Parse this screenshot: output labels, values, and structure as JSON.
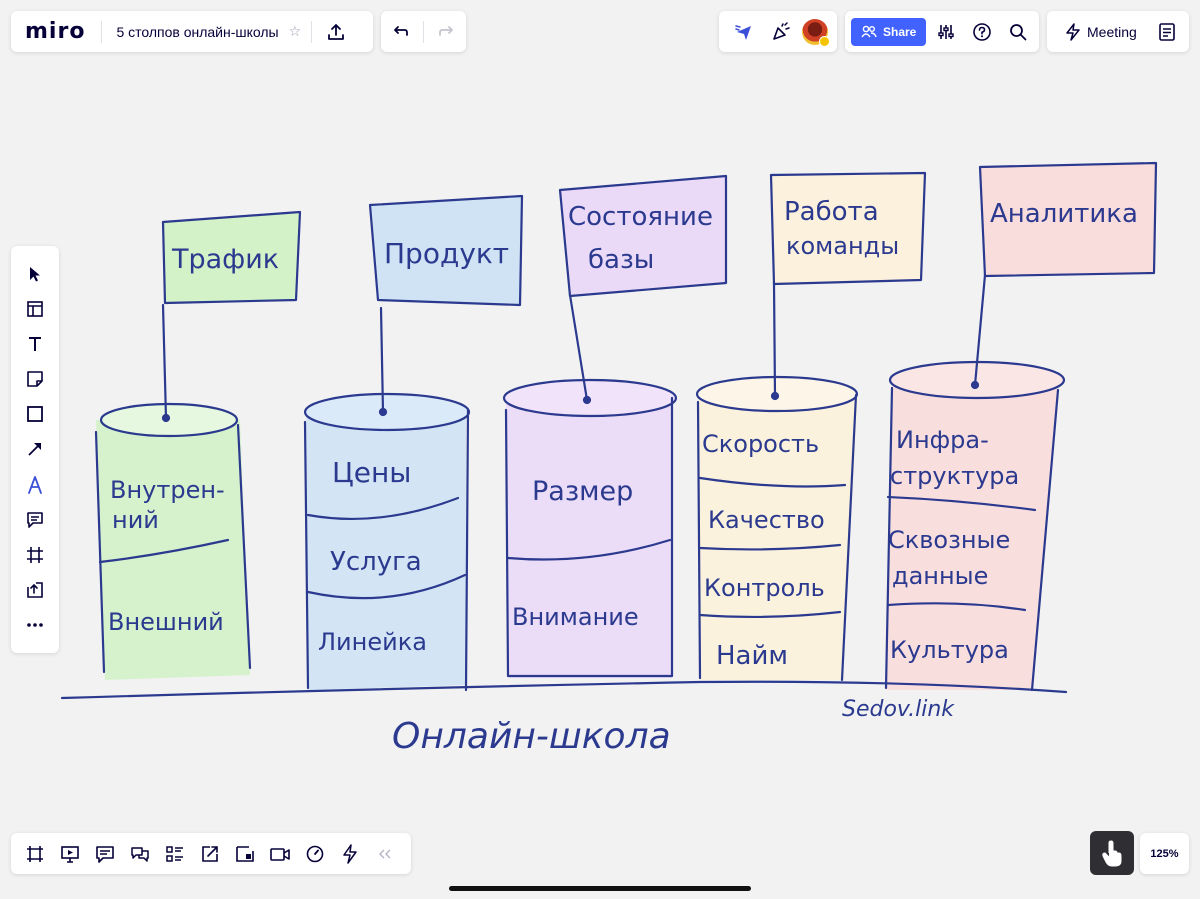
{
  "header": {
    "logo": "miro",
    "board_title": "5 столпов онлайн-школы",
    "share_label": "Share",
    "meeting_label": "Meeting"
  },
  "board": {
    "flags": [
      "Трафик",
      "Продукт",
      "Состояние",
      "базы",
      "Работа",
      "команды",
      "Аналитика"
    ],
    "pillars": [
      {
        "sections": [
          "Внутрен-",
          "ний",
          "Внешний"
        ]
      },
      {
        "sections": [
          "Цены",
          "Услуга",
          "Линейка"
        ]
      },
      {
        "sections": [
          "Размер",
          "Внимание"
        ]
      },
      {
        "sections": [
          "Скорость",
          "Качество",
          "Контроль",
          "Найм"
        ]
      },
      {
        "sections": [
          "Инфра-",
          "структура",
          "Сквозные",
          "данные",
          "Культура"
        ]
      }
    ],
    "base_label": "Онлайн-школа",
    "signature": "Sedov.link"
  },
  "zoom": "125%",
  "colors": {
    "ink": "#2b3a8f",
    "green": "#d3f2c8",
    "blue": "#cfe3f5",
    "purple": "#ead9f7",
    "cream": "#fbf1dc",
    "pink": "#f9dcdc",
    "accent": "#4262ff"
  }
}
